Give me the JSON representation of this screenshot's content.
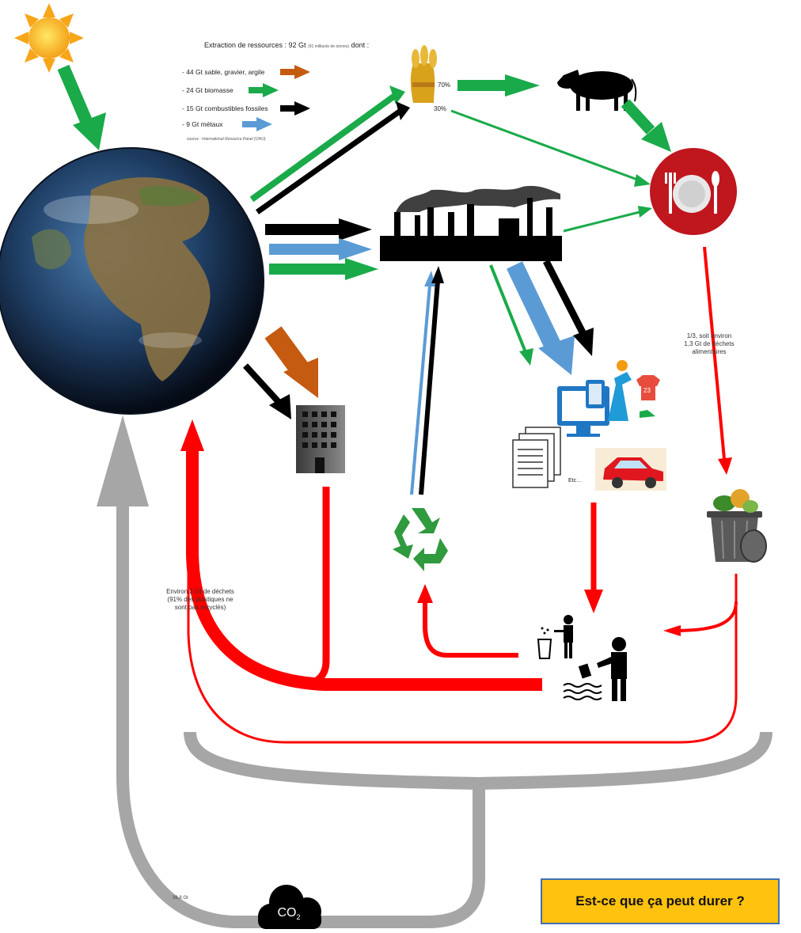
{
  "extraction": {
    "title_main": "Extraction de ressources : 92 Gt",
    "title_small": "(91 milliards de tonnes)",
    "title_end": "dont :",
    "items": [
      {
        "label": "-   44 Gt sable, gravier, argile",
        "color": "#c55a11"
      },
      {
        "label": "-   24 Gt biomasse",
        "color": "#1aaa4a"
      },
      {
        "label": "-   15 Gt combustibles fossiles",
        "color": "#000000"
      },
      {
        "label": "-   9 Gt métaux",
        "color": "#5b9bd5"
      }
    ],
    "source": "source : International Resource Panel (ONU)"
  },
  "wheat_split": {
    "top": "70%",
    "bottom": "30%"
  },
  "food_waste_note": [
    "1/3, soit environ",
    "1,3 Gt de déchets",
    "alimentaires"
  ],
  "waste_note": [
    "Environ 2 Gt de déchets",
    "(91% des plastiques ne",
    "sont pas recyclés)"
  ],
  "products_etc": "Etc…",
  "co2": {
    "label": "CO",
    "sub": "2",
    "amount": "36,8 Gt"
  },
  "question": "Est-ce que ça peut durer ?",
  "colors": {
    "green": "#1aaa4a",
    "black": "#000000",
    "blue": "#5b9bd5",
    "brown": "#c55a11",
    "red": "#ff0000",
    "grey": "#a6a6a6",
    "plate": "#c0161e",
    "question_bg": "#ffc20e"
  },
  "icons": [
    "sun-icon",
    "earth-icon",
    "wheat-icon",
    "cow-icon",
    "plate-icon",
    "factory-icon",
    "building-icon",
    "devices-icon",
    "clothes-icon",
    "documents-icon",
    "car-icon",
    "recycle-icon",
    "trash-bin-icon",
    "person-littering-icon",
    "co2-cloud-icon"
  ]
}
